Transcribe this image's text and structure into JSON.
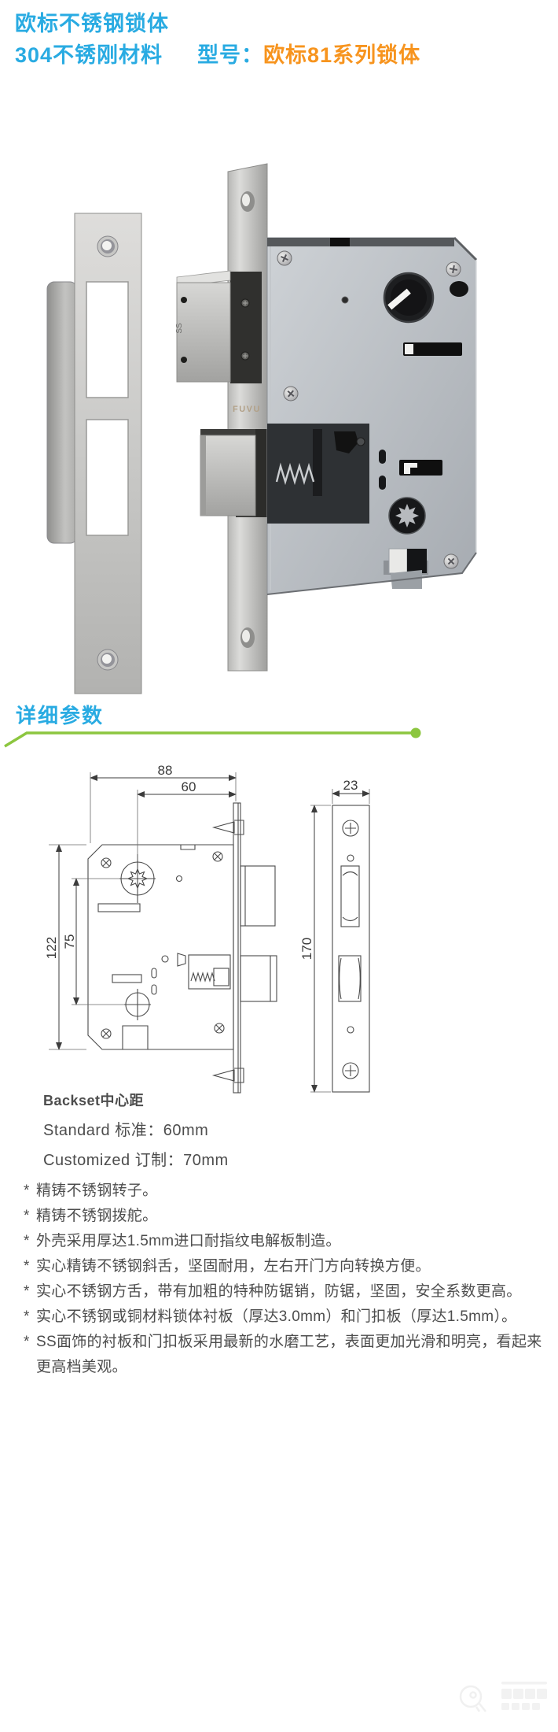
{
  "header": {
    "line1": "欧标不锈钢锁体",
    "line2_left": "304不锈刚材料",
    "model_label": "型号：",
    "model_value": "欧标81系列锁体",
    "blue": "#29abe2",
    "orange": "#f7941e"
  },
  "product_photo": {
    "brand_engraving": "FUVU",
    "latch_engraving": "SS"
  },
  "section": {
    "title": "详细参数",
    "underline_color": "#8cc63f"
  },
  "diagram": {
    "dims": {
      "total_depth": "88",
      "backset": "60",
      "body_height": "122",
      "center_distance": "75",
      "faceplate_width": "23",
      "faceplate_height": "170"
    }
  },
  "specs": {
    "backset_title": "Backset中心距",
    "standard": "Standard 标准：60mm",
    "customized": "Customized 订制：70mm"
  },
  "features": {
    "marker": "*",
    "items": [
      "精铸不锈钢转子。",
      "精铸不锈钢拨舵。",
      "外壳采用厚达1.5mm进口耐指纹电解板制造。",
      "实心精铸不锈钢斜舌，坚固耐用，左右开门方向转换方便。",
      "实心不锈钢方舌，带有加粗的特种防锯销，防锯，坚固，安全系数更高。",
      "实心不锈钢或铜材料锁体衬板（厚达3.0mm）和门扣板（厚达1.5mm）。",
      "SS面饰的衬板和门扣板采用最新的水磨工艺，表面更加光滑和明亮，看起来更高档美观。"
    ]
  }
}
